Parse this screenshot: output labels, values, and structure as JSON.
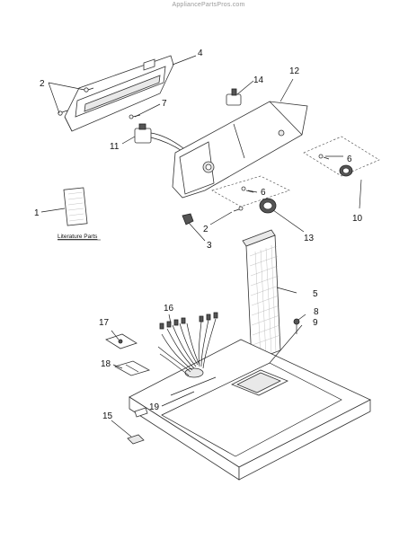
{
  "watermark": "AppliancePartsPros.com",
  "literature_label": "Literature Parts",
  "callouts": {
    "c1": "1",
    "c2a": "2",
    "c2b": "2",
    "c3": "3",
    "c4": "4",
    "c5": "5",
    "c6a": "6",
    "c6b": "6",
    "c7": "7",
    "c8": "8",
    "c9": "9",
    "c10": "10",
    "c11": "11",
    "c12": "12",
    "c13": "13",
    "c14": "14",
    "c15": "15",
    "c16": "16",
    "c17": "17",
    "c18": "18",
    "c19": "19"
  }
}
